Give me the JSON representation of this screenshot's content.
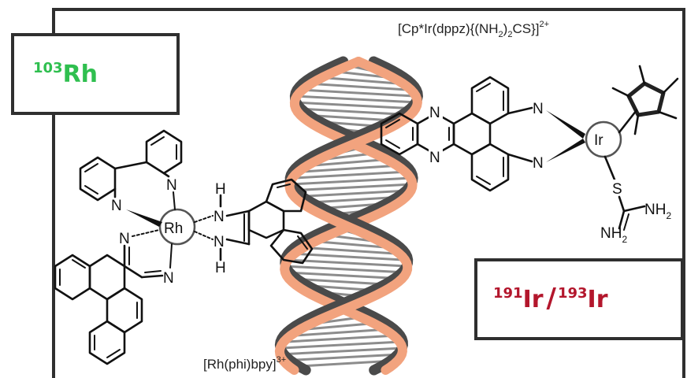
{
  "labels": {
    "rh_isotope_mass": "103",
    "rh_isotope_symbol": "Rh",
    "ir_isotope_mass_a": "191",
    "ir_isotope_symbol_a": "Ir",
    "ir_separator": "/",
    "ir_isotope_mass_b": "193",
    "ir_isotope_symbol_b": "Ir"
  },
  "captions": {
    "ir_complex": {
      "part1": "[Cp*Ir(dppz){(NH",
      "sub1": "2",
      "part2": ")",
      "sub2": "2",
      "part3": "CS}]",
      "charge": "2+"
    },
    "rh_complex": {
      "text": "[Rh(phi)bpy]",
      "charge": "3+"
    }
  },
  "atoms": {
    "nitrogen": "N",
    "hydrogen": "H",
    "sulfur": "S",
    "rhodium": "Rh",
    "iridium": "Ir",
    "nh2_group": "NH",
    "nh2_sub": "2"
  },
  "colors": {
    "rh_label": "#2fbf4f",
    "ir_label": "#b3162c",
    "dna_strand_orange": "#f2a37e",
    "dna_strand_dark": "#4a4a4a",
    "dna_base_pair": "#8c8c8c",
    "frame": "#2f2f2f"
  }
}
